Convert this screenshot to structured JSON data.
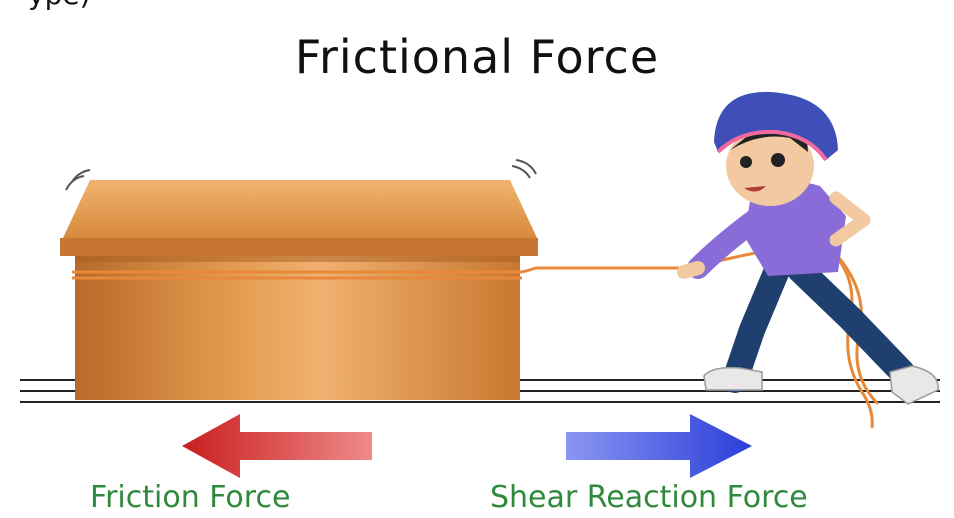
{
  "diagram": {
    "title": "Frictional Force",
    "top_fragment": "ype)",
    "left_arrow_label": "Friction Force",
    "right_arrow_label": "Shear Reaction Force",
    "colors": {
      "title": "#111111",
      "label_green": "#2f8a3e",
      "friction_arrow": "#d32a2a",
      "reaction_arrow": "#3a4fe0",
      "box": "#d98a3a",
      "rope": "#e8893a",
      "helmet": "#3f4fb8",
      "shirt": "#8a6cd8",
      "pants": "#1f3f6e"
    },
    "icons": [
      "box",
      "rope",
      "boy-pulling",
      "helmet",
      "sneaker",
      "floor-lines",
      "left-arrow",
      "right-arrow"
    ]
  }
}
